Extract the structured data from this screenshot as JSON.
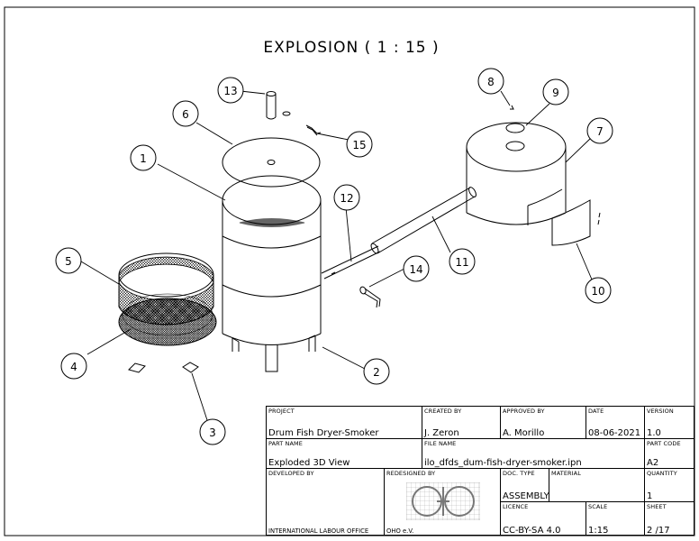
{
  "drawing": {
    "title": "EXPLOSION ( 1 : 15 )",
    "balloons": [
      "1",
      "2",
      "3",
      "4",
      "5",
      "6",
      "7",
      "8",
      "9",
      "10",
      "11",
      "12",
      "13",
      "14",
      "15"
    ]
  },
  "title_block": {
    "project": {
      "label": "PROJECT",
      "value": "Drum Fish Dryer-Smoker"
    },
    "created_by": {
      "label": "CREATED BY",
      "value": "J. Zeron"
    },
    "approved_by": {
      "label": "APPROVED BY",
      "value": "A. Morillo"
    },
    "date": {
      "label": "DATE",
      "value": "08-06-2021"
    },
    "version": {
      "label": "VERSION",
      "value": "1.0"
    },
    "part_name": {
      "label": "PART NAME",
      "value": "Exploded 3D View"
    },
    "file_name": {
      "label": "FILE NAME",
      "value": "ilo_dfds_dum-fish-dryer-smoker.ipn"
    },
    "part_code": {
      "label": "PART CODE",
      "value": "A2"
    },
    "developed_by": {
      "label": "DEVELOPED BY",
      "value": "INTERNATIONAL LABOUR OFFICE"
    },
    "redesigned_by": {
      "label": "REDESIGNED BY",
      "value": "OHO e.V."
    },
    "doc_type": {
      "label": "DOC. TYPE",
      "value": "ASSEMBLY"
    },
    "material": {
      "label": "MATERIAL",
      "value": ""
    },
    "quantity": {
      "label": "QUANTITY",
      "value": "1"
    },
    "licence": {
      "label": "LICENCE",
      "value": "CC-BY-SA 4.0"
    },
    "scale": {
      "label": "SCALE",
      "value": "1:15"
    },
    "sheet": {
      "label": "SHEET",
      "value": "2 /17"
    },
    "logo": "oho-logo"
  }
}
